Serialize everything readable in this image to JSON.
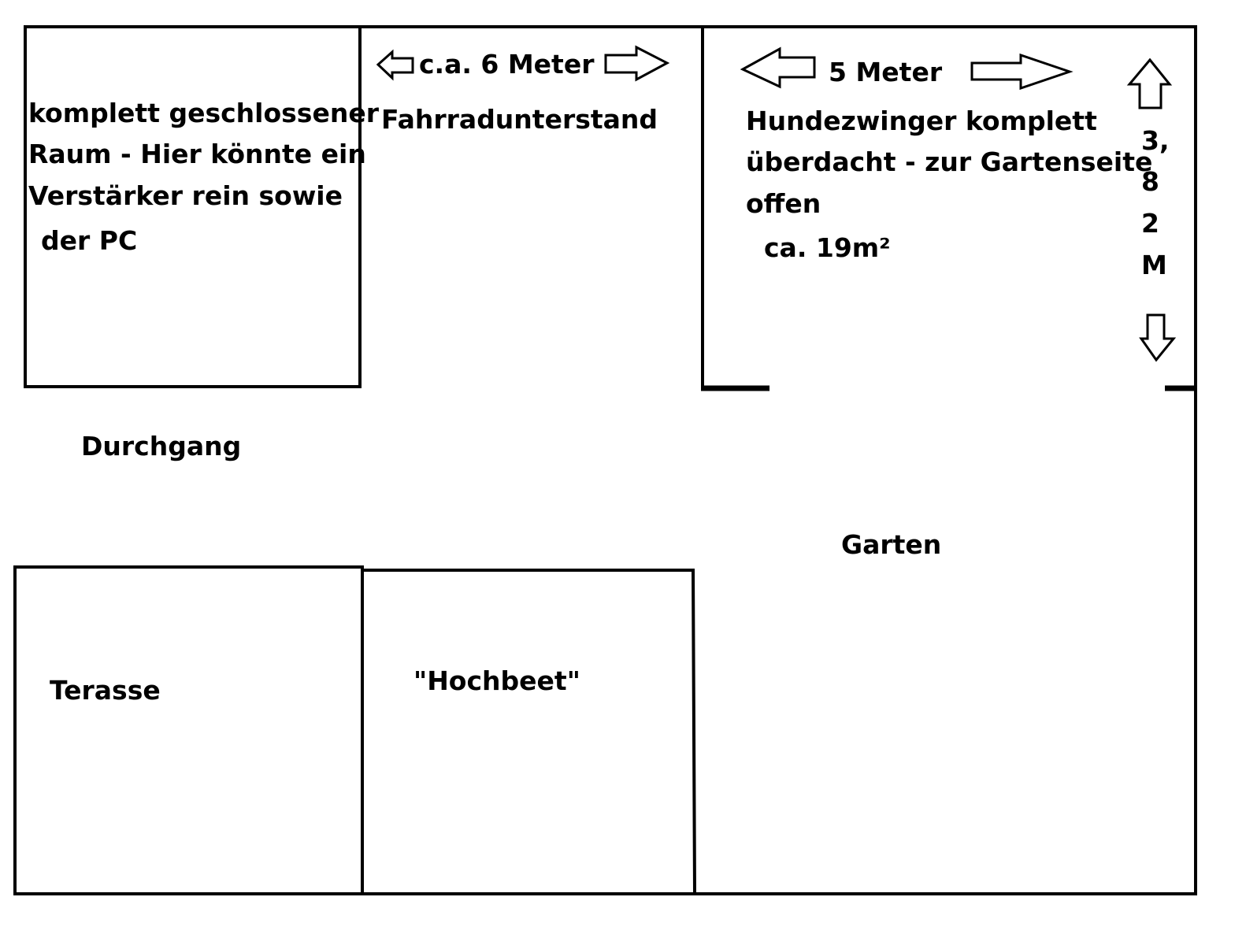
{
  "rooms": {
    "closed_room": {
      "lines": [
        "komplett geschlossener",
        "Raum - Hier könnte ein",
        "Verstärker rein sowie",
        " der PC"
      ]
    },
    "bike_shelter": {
      "dimension": "c.a. 6 Meter",
      "label": "Fahrradunterstand"
    },
    "kennel": {
      "dimension_width": "5 Meter",
      "lines": [
        "Hundezwinger komplett",
        "überdacht - zur Gartenseite",
        "offen"
      ],
      "area": "ca. 19m²",
      "dimension_depth": [
        "3,",
        "8",
        "2",
        "M"
      ]
    },
    "passage": {
      "label": "Durchgang"
    },
    "garden": {
      "label": "Garten"
    },
    "terrace": {
      "label": "Terasse"
    },
    "raised_bed": {
      "label": "\"Hochbeet\""
    }
  }
}
